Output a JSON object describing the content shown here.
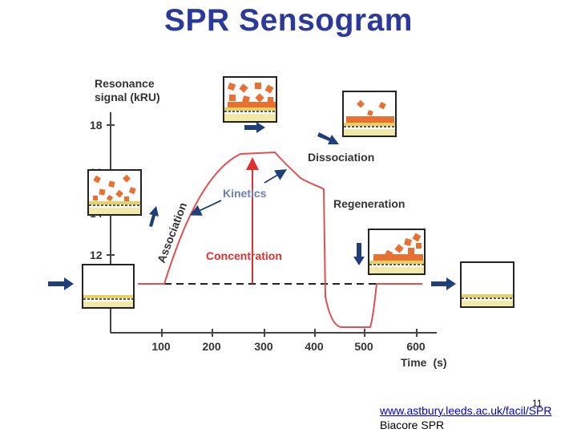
{
  "title": "SPR Sensogram",
  "y_axis": {
    "label_line1": "Resonance",
    "label_line2": "signal (kRU)",
    "ticks": [
      "18",
      "16",
      "14",
      "12"
    ]
  },
  "x_axis": {
    "label_time": "Time",
    "label_unit": "(s)",
    "ticks": [
      "100",
      "200",
      "300",
      "400",
      "500",
      "600"
    ]
  },
  "annotations": {
    "association": "Association",
    "kinetics": "Kinetics",
    "concentration": "Concentration",
    "dissociation": "Dissociation",
    "regeneration": "Regeneration"
  },
  "colors": {
    "title": "#2b3a9a",
    "curve": "#e05050",
    "concentration": "#e03030",
    "kinetics": "#6a7fb8",
    "arrow_blue": "#1f3f7a",
    "particle": "#e87030"
  },
  "footer": {
    "page_number": "11",
    "link": "www.astbury.leeds.ac.uk/facil/SPR",
    "caption": "Biacore SPR"
  }
}
